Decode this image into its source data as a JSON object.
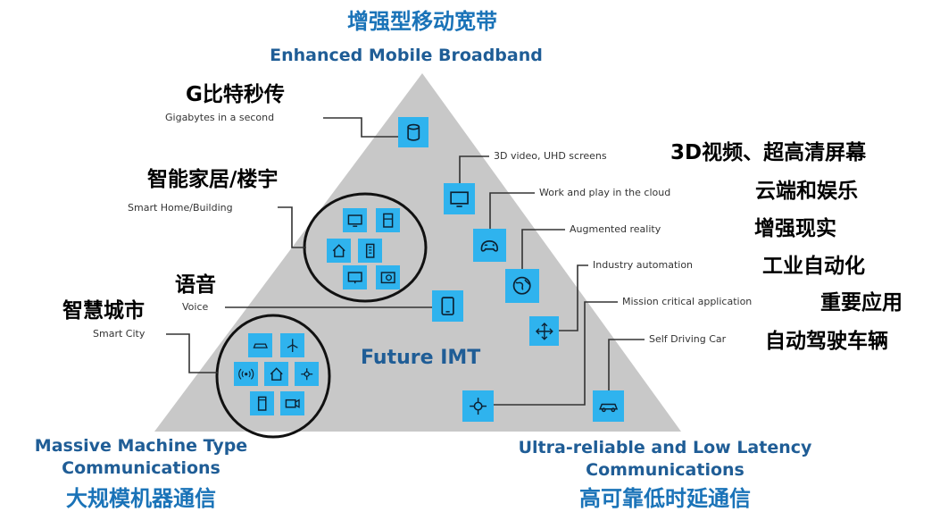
{
  "top": {
    "title_cn": "增强型移动宽带",
    "title_en": "Enhanced Mobile Broadband"
  },
  "bottom_left": {
    "title_en_line1": "Massive Machine Type",
    "title_en_line2": "Communications",
    "title_cn": "大规模机器通信"
  },
  "bottom_right": {
    "title_en_line1": "Ultra-reliable  and Low Latency",
    "title_en_line2": "Communications",
    "title_cn": "高可靠低时延通信"
  },
  "center_label": "Future IMT",
  "labels": {
    "gigabytes": {
      "cn": "G比特秒传",
      "en": "Gigabytes in a second"
    },
    "smart_home": {
      "cn": "智能家居/楼宇",
      "en": "Smart Home/Building"
    },
    "voice": {
      "cn": "语音",
      "en": "Voice"
    },
    "smart_city": {
      "cn": "智慧城市",
      "en": "Smart City"
    },
    "video_3d": {
      "cn": "3D视频、超高清屏幕",
      "en": "3D video, UHD screens"
    },
    "cloud": {
      "cn": "云端和娱乐",
      "en": "Work and play in the cloud"
    },
    "ar": {
      "cn": "增强现实",
      "en": "Augmented reality"
    },
    "industry": {
      "cn": "工业自动化",
      "en": "Industry automation"
    },
    "mission": {
      "cn": "重要应用",
      "en": "Mission critical  application"
    },
    "self_driving": {
      "cn": "自动驾驶车辆",
      "en": "Self Driving Car"
    }
  },
  "colors": {
    "triangle": "#c8c8c8",
    "icon": "#2fb3ee",
    "title_blue": "#1a73b8",
    "title_dark_blue": "#1f5d96"
  }
}
